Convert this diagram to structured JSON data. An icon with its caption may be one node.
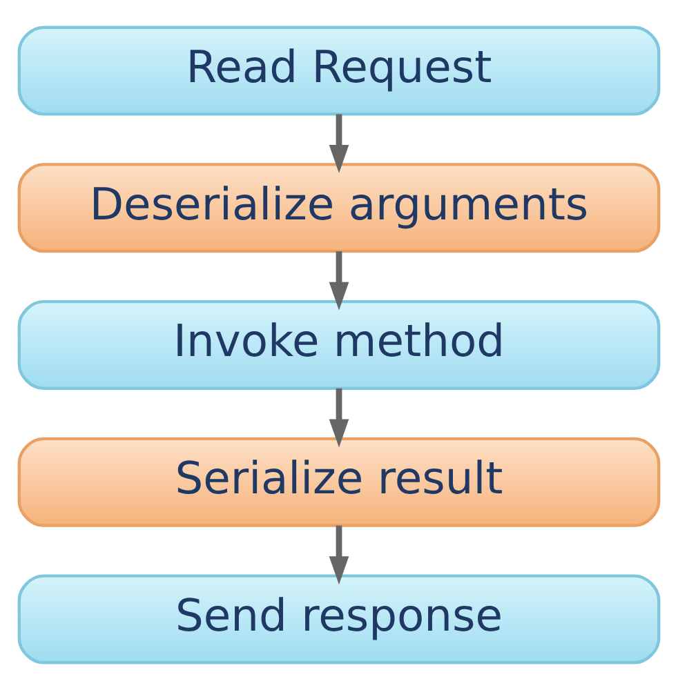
{
  "diagram": {
    "nodes": [
      {
        "text": [
          "Read Request"
        ]
      },
      {
        "text": [
          "Deserialize arguments"
        ]
      },
      {
        "text": [
          "Invoke method"
        ]
      },
      {
        "text": [
          "Serialize result"
        ]
      },
      {
        "text": [
          "Send response"
        ]
      }
    ],
    "edges": [
      {
        "from": 0,
        "to": 1,
        "arrow": "to"
      },
      {
        "from": 1,
        "to": 2,
        "arrow": "to"
      },
      {
        "from": 2,
        "to": 3,
        "arrow": "to"
      },
      {
        "from": 3,
        "to": 4,
        "arrow": "to"
      }
    ]
  }
}
